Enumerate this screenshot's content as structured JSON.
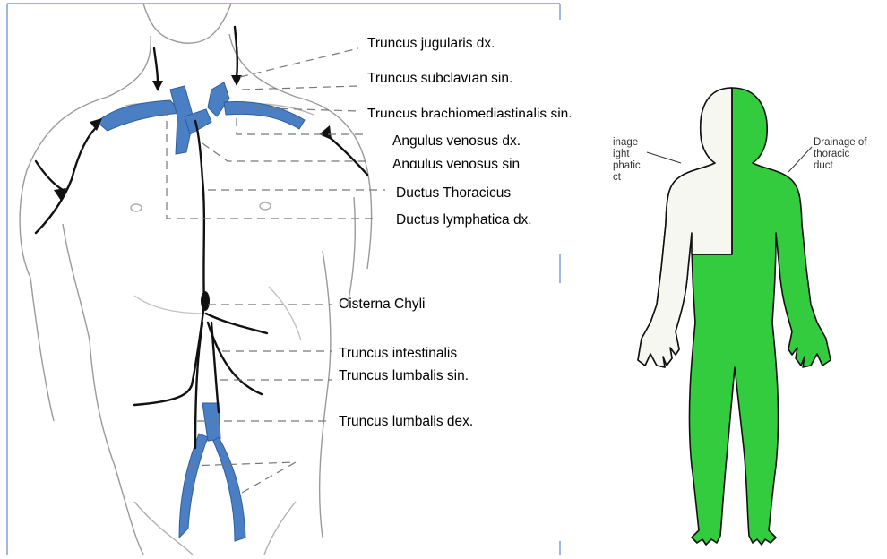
{
  "labels": {
    "truncus_jugularis_dx": "Truncus jugularis dx.",
    "truncus_subclavian_sin": "Truncus subclavıan sin.",
    "truncus_brachiomediastinalis_sin": "Truncus brachiomediastinalis sin.",
    "angulus_venosus_dx": "Angulus venosus dx.",
    "angulus_venosus_sin": "Angulus venosus sin",
    "ductus_thoracicus": "Ductus Thoracicus",
    "ductus_lymphatica_dx": "Ductus lymphatica dx.",
    "cisterna_chyli": "Cisterna Chyli",
    "truncus_intestinalis": "Truncus intestinalis",
    "truncus_lumbalis_sin": "Truncus lumbalis sin.",
    "truncus_lumbalis_dex": "Truncus lumbalis dex."
  },
  "figure_right": {
    "left_label_lines": [
      "inage",
      "ight",
      "phatic",
      "ct"
    ],
    "right_label_lines": [
      "Drainage of",
      "thoracic",
      "duct"
    ]
  },
  "colors": {
    "vein_blue": "#4a7fc4",
    "thoracic_green": "#33cc3f",
    "right_lymph_white": "#f7f7f2",
    "frame_blue": "#4a7fc4"
  }
}
